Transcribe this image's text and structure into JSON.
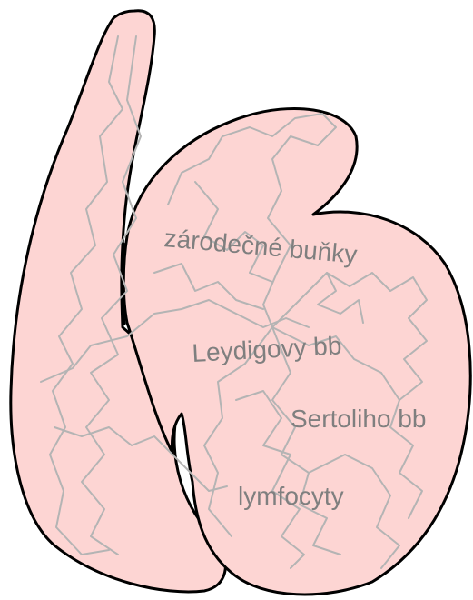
{
  "labels": {
    "germ_cells": "zárodečné buňky",
    "leydig": "Leydigovy bb",
    "sertoli": "Sertoliho bb",
    "lymphocytes": "lymfocyty"
  },
  "colors": {
    "organ_fill": "#fdd5d3",
    "outline": "#000000",
    "ducts": "#b4b4b4",
    "label_text": "#7f7f7f"
  }
}
